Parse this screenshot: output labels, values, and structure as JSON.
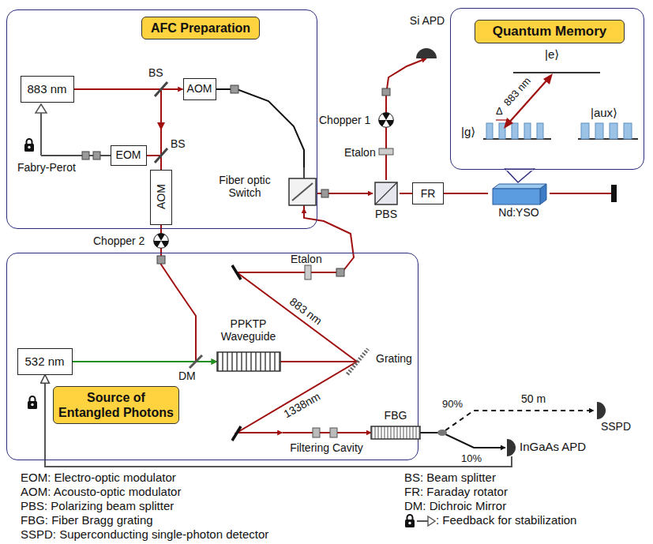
{
  "diagram": {
    "nodes": [
      {
        "text": [
          "AFC Preparation"
        ]
      },
      {
        "text": [
          "883 nm"
        ],
        "in": 0
      },
      {
        "text": [
          "AOM"
        ],
        "in": 0
      },
      {
        "text": [
          "EOM"
        ],
        "in": 0
      },
      {
        "text": [
          "AOM"
        ],
        "in": 0
      },
      {
        "text": [
          "Fiber optic Switch"
        ]
      },
      {
        "text": [
          "Si APD"
        ]
      },
      {
        "text": [
          "PBS"
        ]
      },
      {
        "text": [
          "FR"
        ]
      },
      {
        "text": [
          "Quantum Memory"
        ]
      },
      {
        "text": [
          "Nd:YSO"
        ]
      },
      {
        "text": [
          "Source of Entangled Photons"
        ]
      },
      {
        "text": [
          "532 nm"
        ],
        "in": 11
      },
      {
        "text": [
          "PPKTP Waveguide"
        ],
        "in": 11
      },
      {
        "text": [
          "Filtering Cavity"
        ],
        "in": 11
      },
      {
        "text": [
          "FBG"
        ]
      },
      {
        "text": [
          "SSPD"
        ]
      },
      {
        "text": [
          "InGaAs APD"
        ]
      }
    ],
    "edges": [
      {
        "from": 1,
        "to": 2,
        "arrow": "to"
      },
      {
        "from": 2,
        "to": 5,
        "arrow": "none"
      },
      {
        "from": 4,
        "to": 13,
        "arrow": "to"
      },
      {
        "from": 12,
        "to": 13,
        "arrow": "to"
      },
      {
        "from": 5,
        "to": 7,
        "arrow": "to"
      },
      {
        "from": 7,
        "to": 8,
        "arrow": "none"
      },
      {
        "from": 8,
        "to": 10,
        "arrow": "none"
      },
      {
        "from": 7,
        "to": 6,
        "arrow": "to"
      },
      {
        "from": 13,
        "to": 14,
        "arrow": "to"
      },
      {
        "from": 13,
        "to": 5,
        "arrow": "to"
      },
      {
        "from": 14,
        "to": 15,
        "arrow": "to"
      },
      {
        "from": 15,
        "to": 16,
        "label": "50 m",
        "arrow": "to"
      },
      {
        "from": 15,
        "to": 17,
        "arrow": "to"
      },
      {
        "from": 17,
        "to": 12,
        "arrow": "to"
      }
    ],
    "labels": [
      "BS",
      "BS",
      "Fabry-Perot",
      "Chopper 2",
      "Chopper 1",
      "Etalon",
      "|e⟩",
      "|g⟩",
      "|aux⟩",
      "Δ",
      "883 nm",
      "Etalon",
      "883 nm",
      "1338nm",
      "Grating",
      "DM",
      "90%",
      "10%",
      "EOM: Electro-optic modulator",
      "AOM: Acousto-optic modulator",
      "PBS: Polarizing beam splitter",
      "FBG: Fiber Bragg grating",
      "SSPD: Superconducting single-photon detector",
      "BS: Beam splitter",
      "FR: Faraday rotator",
      "DM: Dichroic Mirror"
    ],
    "legend": [
      {
        "text": ": Feedback for stabilization"
      }
    ]
  }
}
